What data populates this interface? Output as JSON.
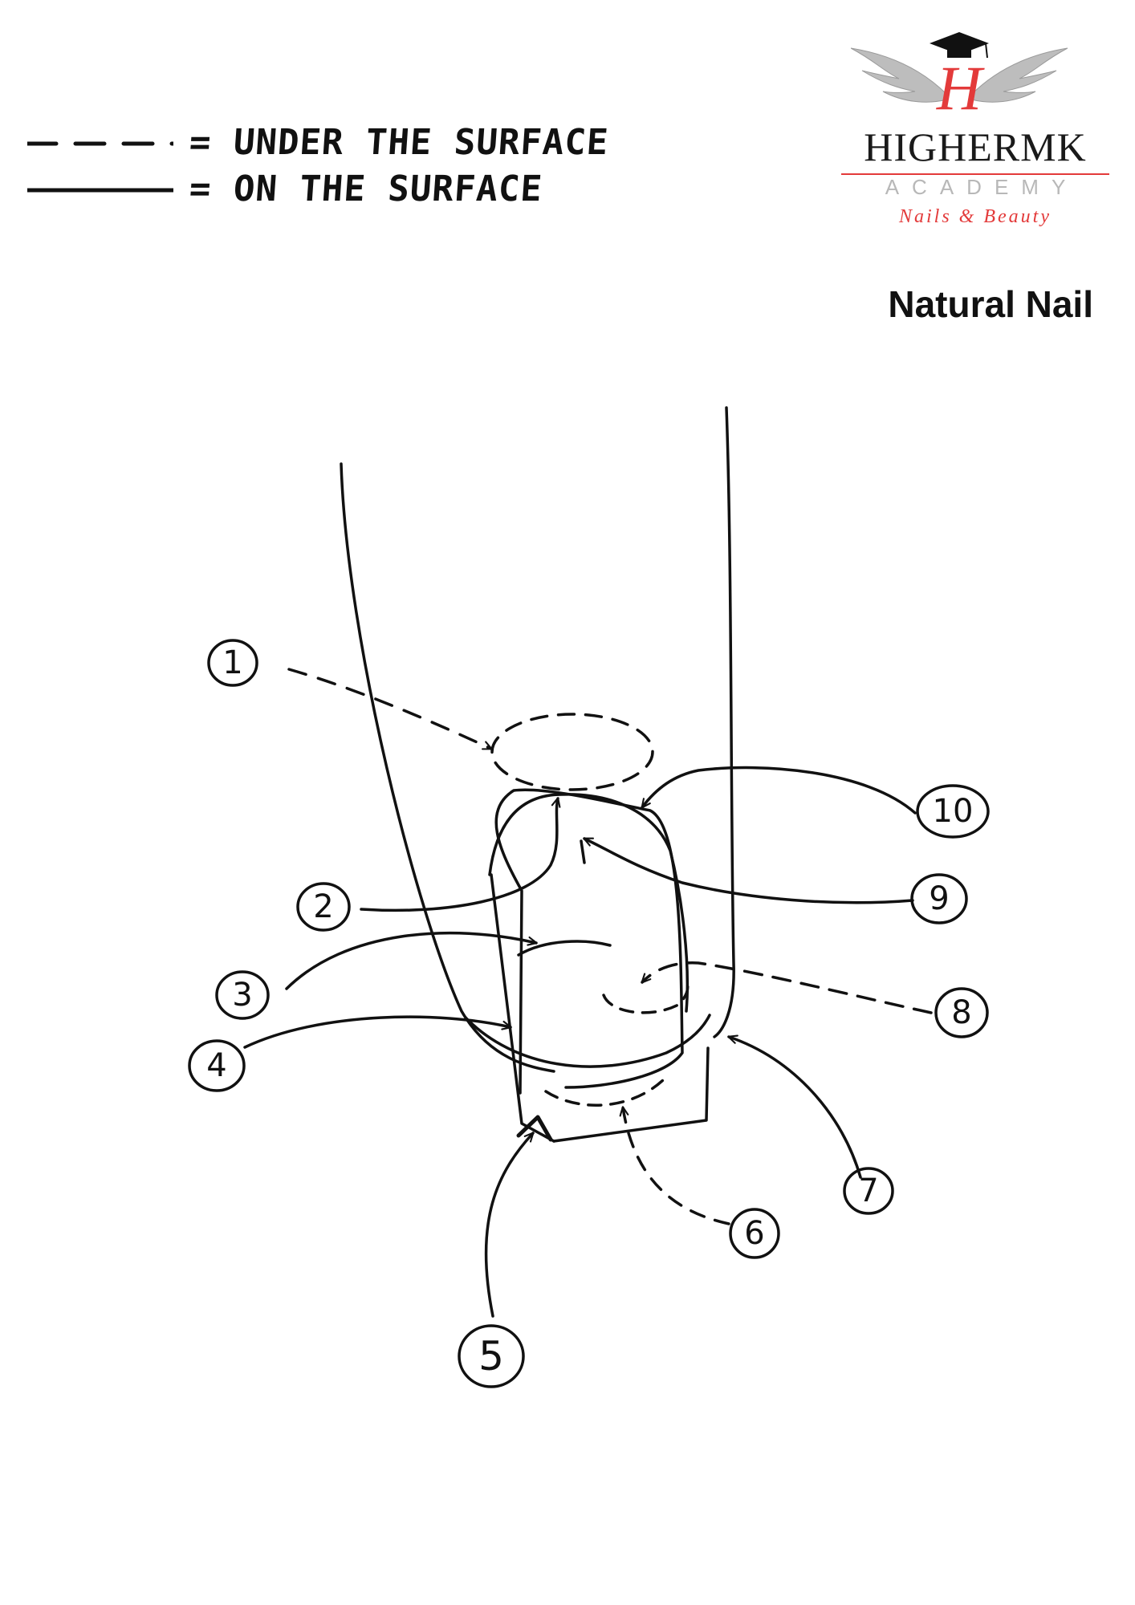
{
  "legend": {
    "under_label": "= UNDER THE SURFACE",
    "on_label": "= ON THE SURFACE"
  },
  "logo": {
    "monogram": "H",
    "name": "HIGHERMK",
    "sub": "ACADEMY",
    "tagline": "Nails & Beauty",
    "accent_color": "#e33a3a",
    "icons": [
      "wings-icon",
      "graduation-cap-icon"
    ]
  },
  "page_title": "Natural Nail",
  "callouts": [
    "1",
    "2",
    "3",
    "4",
    "5",
    "6",
    "7",
    "8",
    "9",
    "10"
  ]
}
